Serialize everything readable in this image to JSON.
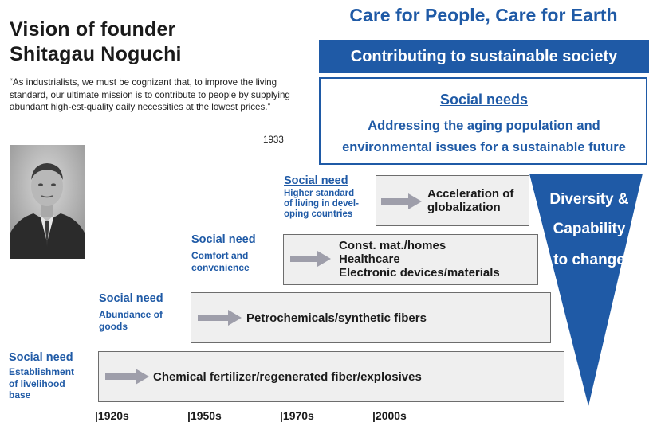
{
  "founder": {
    "title": "Vision of founder\nShitagau Noguchi",
    "quote": "“As industrialists, we must be cognizant that, to improve the living standard, our ultimate mission is to contribute to people by supplying abundant high-est-quality daily necessities at the lowest prices.”",
    "year": "1933"
  },
  "heading": "Care for People, Care for Earth",
  "sustainability": "Contributing to sustainable society",
  "social_needs": {
    "title": "Social needs",
    "line1": "Addressing the aging population and",
    "line2": "environmental issues for a sustainable future"
  },
  "diversity": {
    "line1": "Diversity &",
    "line2": "Capability",
    "line3": "to change"
  },
  "steps": [
    {
      "need_label": "Social need",
      "need_desc": [
        "Establishment",
        "of livelihood",
        "base"
      ],
      "products": [
        "Chemical fertilizer/regenerated fiber/explosives"
      ]
    },
    {
      "need_label": "Social need",
      "need_desc": [
        "Abundance of",
        "goods"
      ],
      "products": [
        "Petrochemicals/synthetic fibers"
      ]
    },
    {
      "need_label": "Social need",
      "need_desc": [
        "Comfort and",
        "convenience"
      ],
      "products": [
        "Const. mat./homes",
        "Healthcare",
        "Electronic devices/materials"
      ]
    },
    {
      "need_label": "Social need",
      "need_desc": [
        "Higher standard",
        "of living in devel-",
        "oping countries"
      ],
      "products": [
        "Acceleration of",
        "globalization"
      ]
    }
  ],
  "eras": [
    "|1920s",
    "|1950s",
    "|1970s",
    "|2000s"
  ],
  "colors": {
    "brand_blue": "#1f5aa6",
    "step_gray": "#efefef",
    "arrow_gray": "#9e9eaa"
  }
}
